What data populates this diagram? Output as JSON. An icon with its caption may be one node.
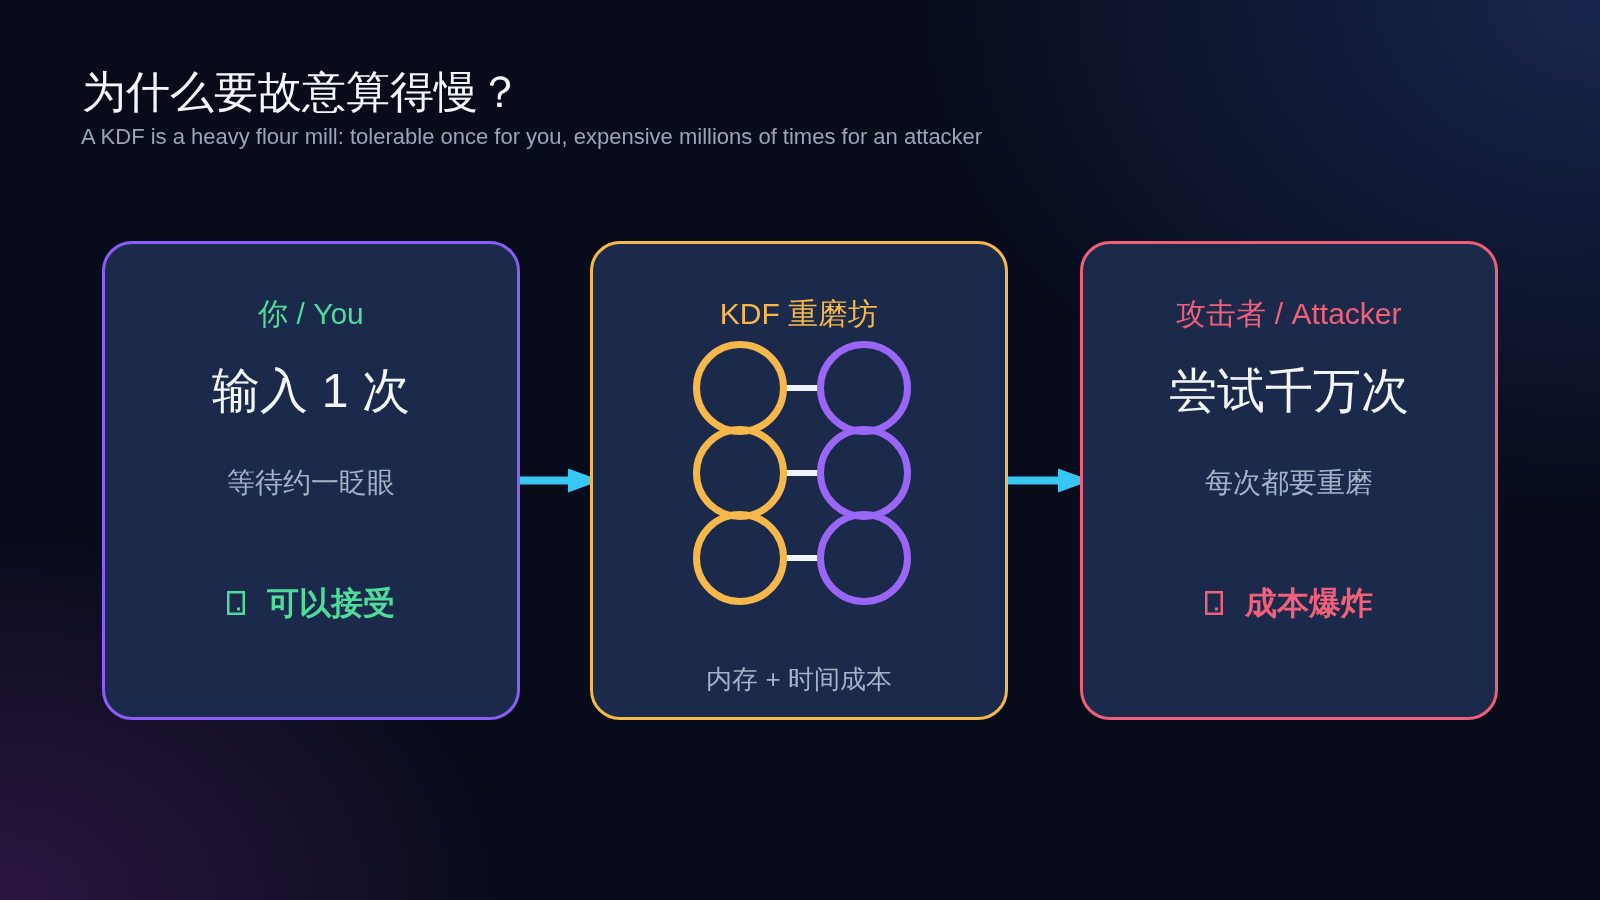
{
  "diagram": {
    "title": "为什么要故意算得慢？",
    "nodes": [
      {
        "text": [
          "你 / You",
          "输入 1 次",
          "等待约一眨眼",
          "可以接受"
        ]
      },
      {
        "text": [
          "KDF 重磨坊",
          "内存 + 时间成本"
        ]
      },
      {
        "text": [
          "攻击者 / Attacker",
          "尝试千万次",
          "每次都要重磨",
          "成本爆炸"
        ]
      }
    ],
    "edges": [
      {
        "from": 0,
        "to": 1,
        "arrow": "to"
      },
      {
        "from": 1,
        "to": 2,
        "arrow": "to"
      }
    ],
    "labels": [
      "A KDF is a heavy flour mill: tolerable once for you, expensive millions of times for an attacker"
    ]
  }
}
